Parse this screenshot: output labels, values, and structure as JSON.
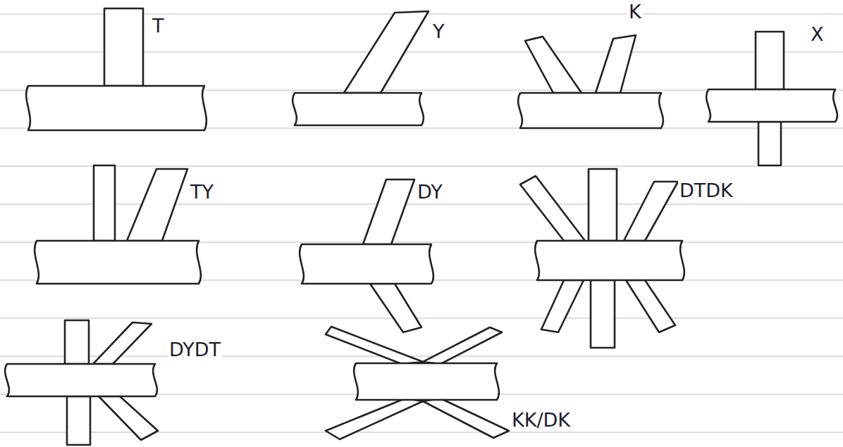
{
  "diagram": {
    "labels": [
      "T",
      "Y",
      "K",
      "X",
      "TY",
      "DY",
      "DTDK",
      "DYDT",
      "KK/DK"
    ]
  }
}
